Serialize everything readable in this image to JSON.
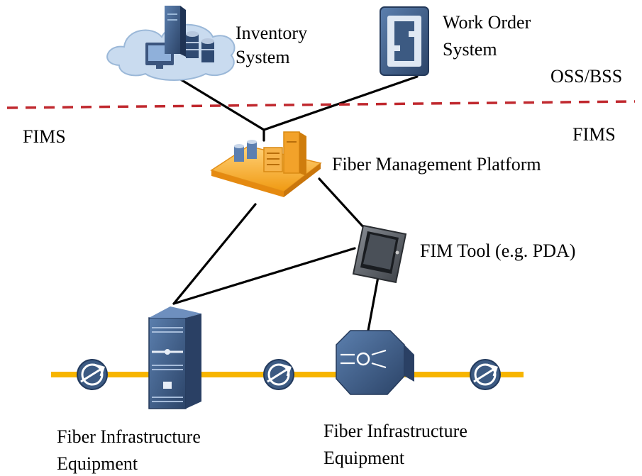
{
  "colors": {
    "boundary": "#c0282e",
    "fiber_line": "#f7b500",
    "equipment_blue": "#3c5a82",
    "platform_orange": "#f3a21d",
    "cloud_blue": "#c9dbef",
    "link": "#000000"
  },
  "labels": {
    "inventory_line1": "Inventory",
    "inventory_line2": "System",
    "workorder_line1": "Work Order",
    "workorder_line2": "System",
    "oss_bss": "OSS/BSS",
    "fims_left": "FIMS",
    "fims_right": "FIMS",
    "platform": "Fiber Management Platform",
    "fim_tool": "FIM Tool (e.g. PDA)",
    "fie1_line1": "Fiber Infrastructure",
    "fie1_line2": "Equipment",
    "fie2_line1": "Fiber Infrastructure",
    "fie2_line2": "Equipment"
  },
  "icons": {
    "inventory": "server-cloud-icon",
    "work_order": "work-order-cabinet-icon",
    "platform": "platform-servers-icon",
    "pda": "pda-tablet-icon",
    "rack": "equipment-rack-icon",
    "splitter": "splitter-box-icon",
    "connector": "fiber-connector-icon"
  }
}
